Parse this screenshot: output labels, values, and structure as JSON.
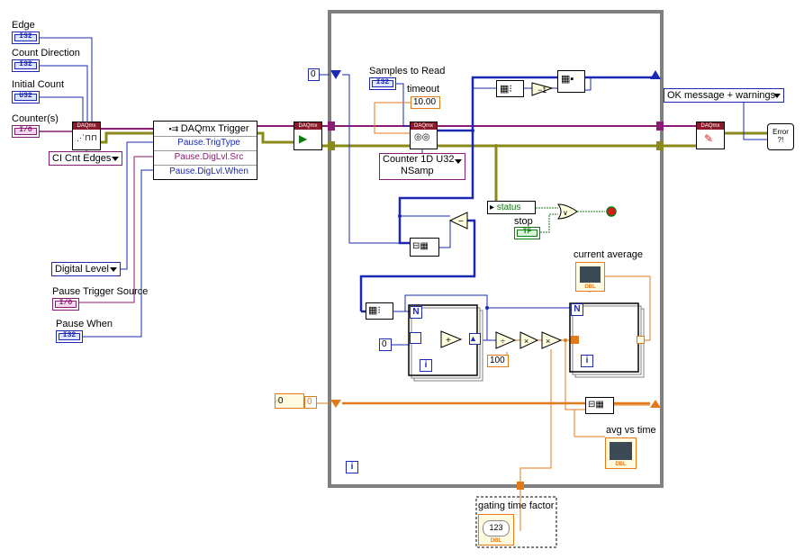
{
  "left_controls": {
    "edge": {
      "label": "Edge",
      "type": "I32"
    },
    "count_direction": {
      "label": "Count Direction",
      "type": "I32"
    },
    "initial_count": {
      "label": "Initial Count",
      "type": "U32"
    },
    "counters": {
      "label": "Counter(s)",
      "type": "I/O"
    },
    "ci_cnt_edges": "CI Cnt Edges",
    "digital_level": "Digital Level",
    "pause_trigger_source": {
      "label": "Pause Trigger Source",
      "type": "I/O"
    },
    "pause_when": {
      "label": "Pause When",
      "type": "I32"
    }
  },
  "trigger_node": {
    "title": "DAQmx Trigger",
    "rows": [
      "Pause.TrigType",
      "Pause.DigLvl.Src",
      "Pause.DigLvl.When"
    ]
  },
  "daqmx_tag": "DAQmx",
  "loop": {
    "init_const": "0",
    "samples_to_read": {
      "label": "Samples to Read",
      "type": "I32"
    },
    "timeout": {
      "label": "timeout",
      "value": "10.00"
    },
    "read_mode": [
      "Counter 1D U32",
      "NSamp"
    ],
    "status": "status",
    "stop": {
      "label": "stop",
      "type": "TF"
    },
    "current_average": "current average",
    "avg_vs_time": "avg vs time",
    "const_zero": "0",
    "const_100": "100",
    "shift_init": "0",
    "shift_init2": "0",
    "N": "N",
    "i": "i",
    "dbl": "DBL"
  },
  "error_ring": "OK message + warnings",
  "gating": {
    "label": "gating time factor",
    "value": "123"
  }
}
